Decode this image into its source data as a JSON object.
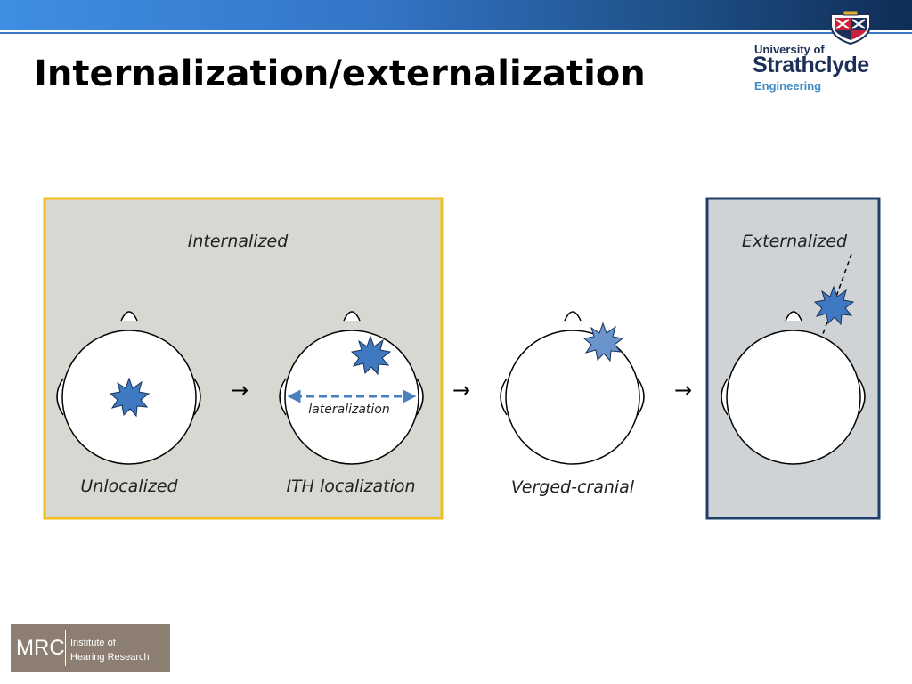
{
  "slide": {
    "title": "Internalization/externalization"
  },
  "logo": {
    "line1": "University of",
    "line2": "Strathclyde",
    "line3": "Engineering"
  },
  "diagram": {
    "group_internal_label": "Internalized",
    "group_external_label": "Externalized",
    "heads": [
      {
        "label": "Unlocalized"
      },
      {
        "label": "ITH localization"
      },
      {
        "label": "Verged-cranial"
      },
      {
        "label": ""
      }
    ],
    "lateralization_label": "lateralization",
    "arrow_glyph": "→"
  },
  "footer": {
    "mrc": "MRC",
    "line1": "Institute of",
    "line2": "Hearing Research"
  },
  "colors": {
    "internal_border": "#f2be1e",
    "internal_fill": "#d8d8d2",
    "external_border": "#1f3f6b",
    "external_fill": "#cfd3d6",
    "source_fill": "#3f79c2",
    "source_fill_light": "#6a95cc",
    "top_bar": "#3476c8",
    "mrc_bg": "#8c7f72"
  }
}
